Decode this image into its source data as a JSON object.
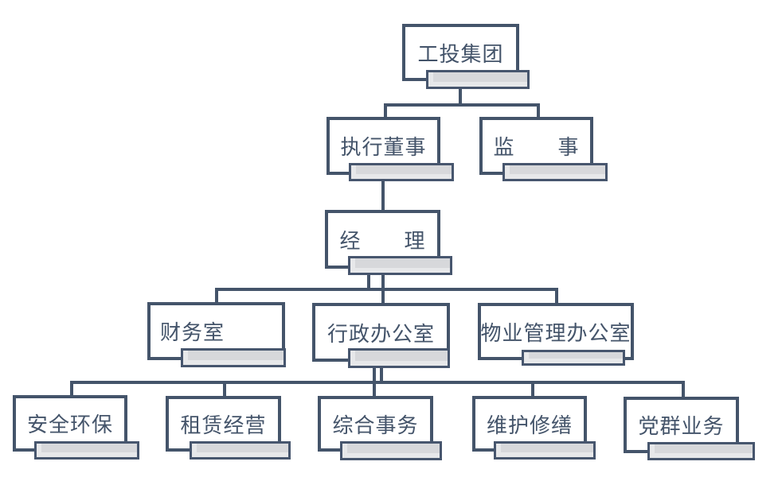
{
  "diagram": {
    "type": "org-chart",
    "background": "#ffffff",
    "colors": {
      "box_border": "#44546A",
      "box_fill": "#ffffff",
      "shadow_fill": "#d7d8db",
      "connector": "#44546A",
      "text": "#44546A"
    },
    "nodes": [
      {
        "id": "gongtou-group",
        "label": "工投集团",
        "level": 1
      },
      {
        "id": "executive-director",
        "label": "执行董事",
        "level": 2
      },
      {
        "id": "supervisor",
        "label": "监　　事",
        "level": 2
      },
      {
        "id": "manager",
        "label": "经　　理",
        "level": 3
      },
      {
        "id": "finance-office",
        "label": "财务室",
        "level": 4
      },
      {
        "id": "admin-office",
        "label": "行政办公室",
        "level": 4
      },
      {
        "id": "property-management-office",
        "label": "物业管理办公室",
        "level": 4
      },
      {
        "id": "safety-environment",
        "label": "安全环保",
        "level": 5
      },
      {
        "id": "leasing-operation",
        "label": "租赁经营",
        "level": 5
      },
      {
        "id": "general-affairs",
        "label": "综合事务",
        "level": 5
      },
      {
        "id": "maintenance-repair",
        "label": "维护修缮",
        "level": 5
      },
      {
        "id": "party-mass-affairs",
        "label": "党群业务",
        "level": 5
      }
    ],
    "edges": [
      [
        "工投集团",
        "执行董事"
      ],
      [
        "工投集团",
        "监事"
      ],
      [
        "执行董事",
        "经理"
      ],
      [
        "经理",
        "财务室"
      ],
      [
        "经理",
        "行政办公室"
      ],
      [
        "经理",
        "物业管理办公室"
      ],
      [
        "行政办公室",
        "安全环保"
      ],
      [
        "行政办公室",
        "租赁经营"
      ],
      [
        "行政办公室",
        "综合事务"
      ],
      [
        "行政办公室",
        "维护修缮"
      ],
      [
        "行政办公室",
        "党群业务"
      ]
    ]
  }
}
